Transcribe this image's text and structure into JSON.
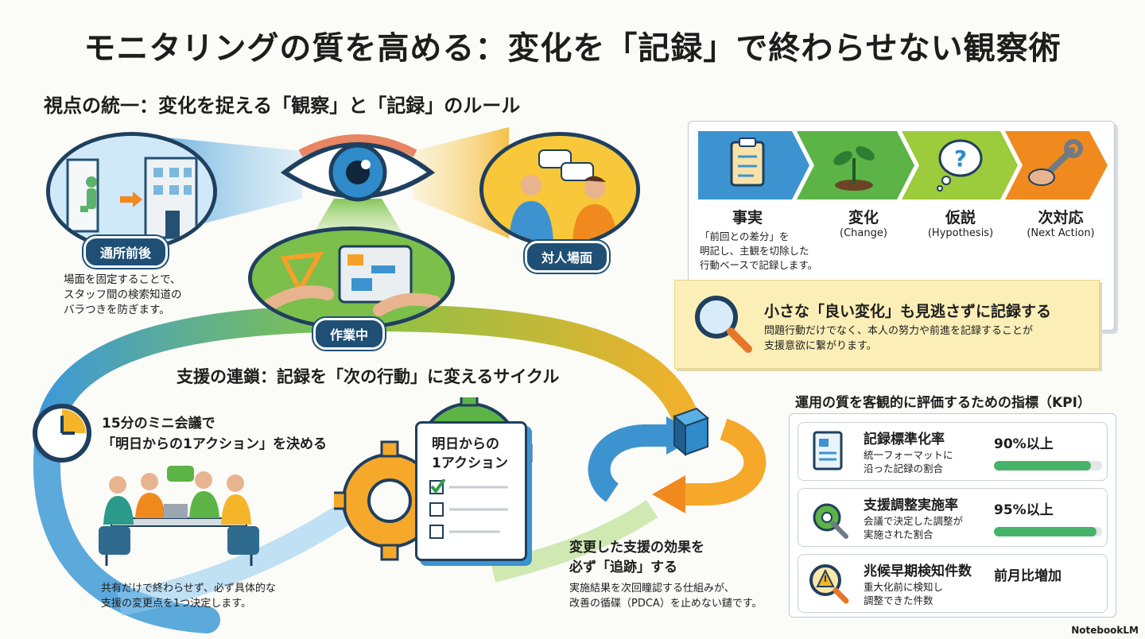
{
  "title": "モニタリングの質を高める：変化を「記録」で終わらせない観察術",
  "section1": {
    "heading": "視点の統一：変化を捉える「観察」と「記録」のルール",
    "scenes": [
      {
        "label": "通所前後"
      },
      {
        "label": "作業中"
      },
      {
        "label": "対人場面"
      }
    ],
    "note": [
      "場面を固定することで、",
      "スタッフ間の検索知道の",
      "バラつきを防ぎます。"
    ]
  },
  "process": {
    "steps": [
      {
        "label": "事実",
        "sub": ""
      },
      {
        "label": "変化",
        "sub": "(Change)"
      },
      {
        "label": "仮説",
        "sub": "(Hypothesis)"
      },
      {
        "label": "次対応",
        "sub": "(Next Action)"
      }
    ],
    "fact_note": [
      "「前回との差分」を",
      "明記し、主観を切除した",
      "行動ベースで記録します。"
    ],
    "colors": [
      "#3c93cf",
      "#5cb346",
      "#9ccb3b",
      "#f08a1f"
    ]
  },
  "callout": {
    "heading": "小さな「良い変化」も見逃さずに記録する",
    "body": [
      "問題行動だけでなく、本人の努力や前進を記録することが",
      "支援意欲に繋がります。"
    ]
  },
  "section2": {
    "heading": "支援の連鎖：記録を「次の行動」に変えるサイクル",
    "meeting": [
      "15分のミニ会議で",
      "「明日からの1アクション」を決める"
    ],
    "meeting_note": [
      "共有だけで終わらせず、必ず具体的な",
      "支援の変更点を1つ決定します。"
    ],
    "action_card": [
      "明日からの",
      "1アクション"
    ],
    "track_heading": [
      "変更した支援の効果を",
      "必ず「追跡」する"
    ],
    "track_note": [
      "実施結果を次回瞳認する仕組みが、",
      "改善の循碟（PDCA）を止めない鑓です。"
    ]
  },
  "kpi": {
    "title": "運用の質を客観的に評価するための指標（KPI）",
    "rows": [
      {
        "name": "記録標準化率",
        "desc": [
          "統一フォーマットに",
          "沿った記録の割合"
        ],
        "target": "90%以上",
        "progress": 0.9,
        "icon": "document-icon"
      },
      {
        "name": "支援調整実施率",
        "desc": [
          "会議で決定した調整が",
          "実施された割合"
        ],
        "target": "95%以上",
        "progress": 0.95,
        "icon": "gear-wrench-icon"
      },
      {
        "name": "兆候早期検知件数",
        "desc": [
          "重大化前に検知し",
          "調整できた件数"
        ],
        "target": "前月比増加",
        "progress": null,
        "icon": "warning-magnifier-icon"
      }
    ]
  },
  "branding": "NotebookLM"
}
